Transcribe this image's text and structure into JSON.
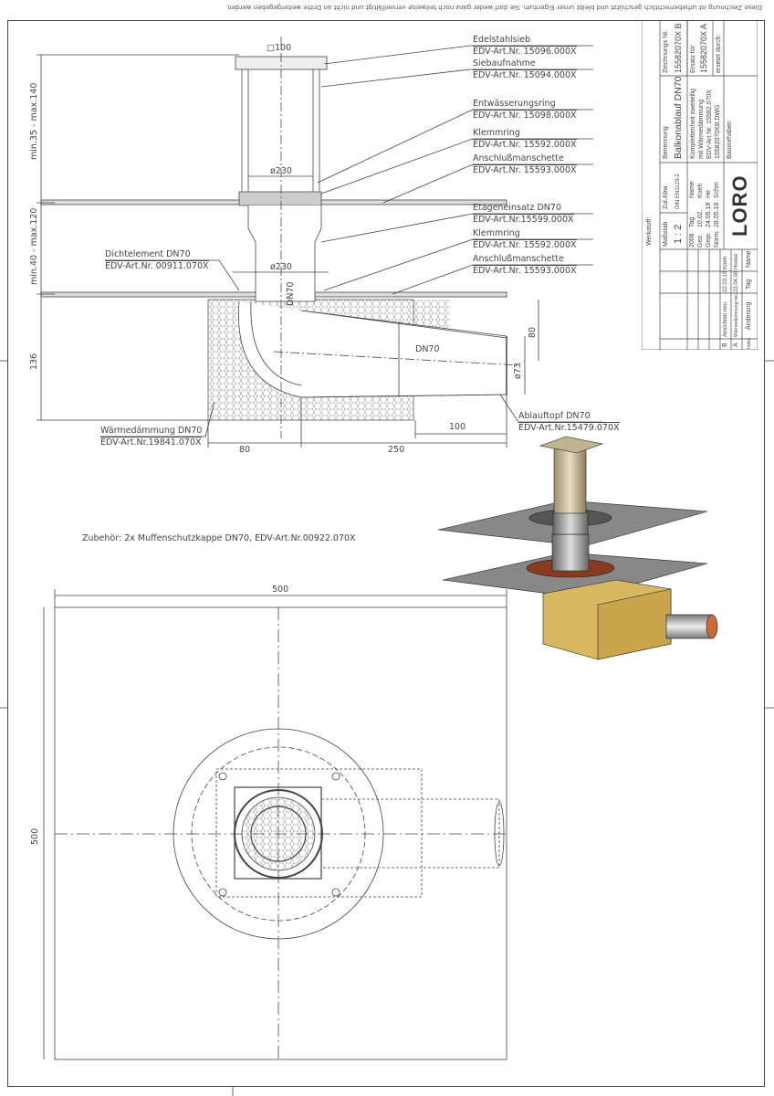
{
  "notice": "Diese Zeichnung ist urheberrechtlich geschützt und bleibt unser Eigentum. Sie darf weder ganz noch teilweise vervielfältigt und nicht an Dritte weitergegeben werden.",
  "title_block": {
    "werkstoff_label": "Werkstoff:",
    "massstab_label": "Maßstab",
    "massstab": "1 : 2",
    "zul_abw_label": "Zul.Abw.",
    "zul_abw": "DIN EN1123-2",
    "benennung_label": "Benennung",
    "benennung": "Balkonablauf DN70",
    "desc1": "Komplettenheit zweiteilig",
    "desc2": "mit Wärmedämmung",
    "desc3": "EDV-Art.Nr. 15582.070X",
    "desc4": "15582070XB.DWG",
    "zeichnungs_nr_label": "Zeichnungs Nr.",
    "zeichnungs_nr": "15582070X B",
    "ersatz_label": "Ersatz für:",
    "ersatz": "15582070X A",
    "ersetzt_label": "ersetzt durch:",
    "bauvorhaben_label": "Bauvorhaben",
    "year": "2008",
    "tag": "Tag",
    "name": "Name",
    "rows": [
      {
        "k": "Gez.",
        "d": "10.02.",
        "n": "Koeh"
      },
      {
        "k": "Gepr.",
        "d": "24.05.18",
        "n": "He"
      },
      {
        "k": "Norm.",
        "d": "28.05.18",
        "n": "Schm"
      }
    ],
    "changes": [
      {
        "idx": "B",
        "text": "Ansichten neu",
        "d": "22.03.18",
        "n": "Koeh"
      },
      {
        "idx": "A",
        "text": "Wärmedämmung neu",
        "d": "22.04.08",
        "n": "Hoose"
      }
    ],
    "change_head": {
      "idx": "Index",
      "text": "Änderung",
      "d": "Tag",
      "n": "Name"
    },
    "logo": "LORO"
  },
  "labels": [
    {
      "title": "Edelstahlsieb",
      "nr": "EDV-Art.Nr. 15096.000X"
    },
    {
      "title": "Siebaufnahme",
      "nr": "EDV-Art.Nr. 15094.000X"
    },
    {
      "title": "Entwässerungsring",
      "nr": "EDV-Art.Nr. 15098.000X"
    },
    {
      "title": "Klemmring",
      "nr": "EDV-Art.Nr. 15592.000X"
    },
    {
      "title": "Anschlußmanschette",
      "nr": "EDV-Art.Nr. 15593.000X"
    },
    {
      "title": "Etageneinsatz DN70",
      "nr": "EDV-Art.Nr.15599.000X"
    },
    {
      "title": "Klemmring",
      "nr": "EDV-Art.Nr. 15592.000X"
    },
    {
      "title": "Anschlußmanschette",
      "nr": "EDV-Art.Nr. 15593.000X"
    },
    {
      "title": "Dichtelement DN70",
      "nr": "EDV-Art.Nr. 00911.070X"
    },
    {
      "title": "Ablauftopf DN70",
      "nr": "EDV-Art.Nr.15479.070X"
    },
    {
      "title": "Wärmedämmung DN70",
      "nr": "EDV-Art.Nr.19841.070X"
    }
  ],
  "dims": {
    "sq100": "□100",
    "d230a": "ø230",
    "d230b": "ø230",
    "dn70v": "DN70",
    "dn70h": "DN70",
    "d73": "ø73",
    "h80": "80",
    "w80": "80",
    "w250": "250",
    "w100": "100",
    "min35": "min.35 - max.140",
    "min40": "min.40 - max.120",
    "h136": "136",
    "plan_w": "500",
    "plan_h": "500"
  },
  "accessory": "Zubehör: 2x Muffenschutzkappe DN70, EDV-Art.Nr.00922.070X"
}
